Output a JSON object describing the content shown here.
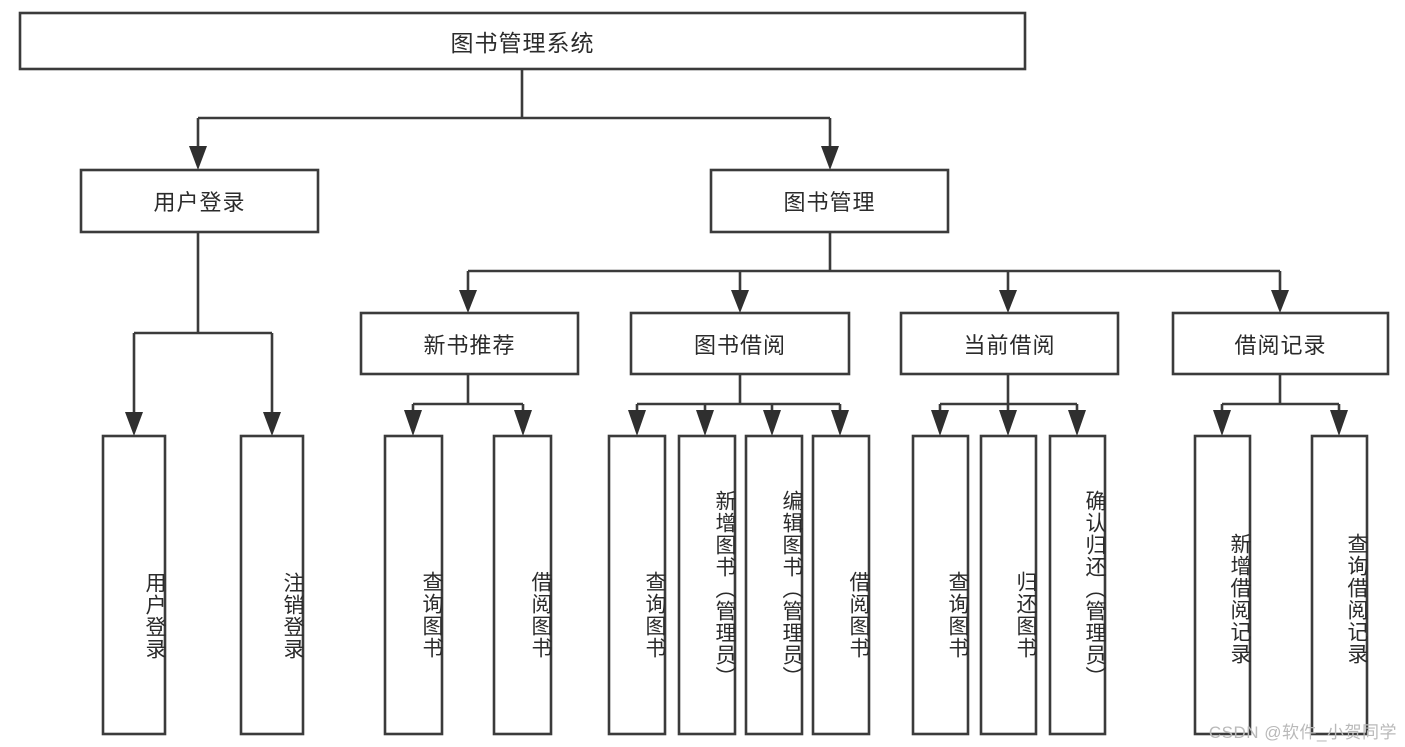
{
  "diagram": {
    "type": "tree-hierarchy",
    "title": "图书管理系统",
    "watermark": "CSDN @软件_小贺同学",
    "colors": {
      "stroke": "#3b3b3b",
      "box_fill": "#ffffff",
      "text": "#2b2b2b",
      "arrow": "#2f2f2f",
      "watermark": "#b9b9b9",
      "background": "#ffffff"
    },
    "levels": {
      "level1": [
        {
          "id": "root",
          "label": "图书管理系统",
          "orientation": "horizontal"
        }
      ],
      "level2": [
        {
          "id": "user-login",
          "label": "用户登录",
          "orientation": "horizontal",
          "parent": "root"
        },
        {
          "id": "book-manage",
          "label": "图书管理",
          "orientation": "horizontal",
          "parent": "root"
        }
      ],
      "level3": [
        {
          "id": "new-book-recommend",
          "label": "新书推荐",
          "orientation": "horizontal",
          "parent": "book-manage"
        },
        {
          "id": "book-borrow",
          "label": "图书借阅",
          "orientation": "horizontal",
          "parent": "book-manage"
        },
        {
          "id": "current-borrow",
          "label": "当前借阅",
          "orientation": "horizontal",
          "parent": "book-manage"
        },
        {
          "id": "borrow-record",
          "label": "借阅记录",
          "orientation": "horizontal",
          "parent": "book-manage"
        }
      ],
      "level4": [
        {
          "id": "leaf-user-login",
          "label": "用户登录",
          "orientation": "vertical",
          "parent": "user-login"
        },
        {
          "id": "leaf-logout",
          "label": "注销登录",
          "orientation": "vertical",
          "parent": "user-login"
        },
        {
          "id": "leaf-query-book-1",
          "label": "查询图书",
          "orientation": "vertical",
          "parent": "new-book-recommend"
        },
        {
          "id": "leaf-borrow-book-1",
          "label": "借阅图书",
          "orientation": "vertical",
          "parent": "new-book-recommend"
        },
        {
          "id": "leaf-query-book-2",
          "label": "查询图书",
          "orientation": "vertical",
          "parent": "book-borrow"
        },
        {
          "id": "leaf-add-book",
          "label": "新增图书（管理员）",
          "orientation": "vertical",
          "parent": "book-borrow"
        },
        {
          "id": "leaf-edit-book",
          "label": "编辑图书（管理员）",
          "orientation": "vertical",
          "parent": "book-borrow"
        },
        {
          "id": "leaf-borrow-book-2",
          "label": "借阅图书",
          "orientation": "vertical",
          "parent": "book-borrow"
        },
        {
          "id": "leaf-query-book-3",
          "label": "查询图书",
          "orientation": "vertical",
          "parent": "current-borrow"
        },
        {
          "id": "leaf-return-book",
          "label": "归还图书",
          "orientation": "vertical",
          "parent": "current-borrow"
        },
        {
          "id": "leaf-confirm-return",
          "label": "确认归还（管理员）",
          "orientation": "vertical",
          "parent": "current-borrow"
        },
        {
          "id": "leaf-add-record",
          "label": "新增借阅记录",
          "orientation": "vertical",
          "parent": "borrow-record"
        },
        {
          "id": "leaf-query-record",
          "label": "查询借阅记录",
          "orientation": "vertical",
          "parent": "borrow-record"
        }
      ]
    }
  }
}
